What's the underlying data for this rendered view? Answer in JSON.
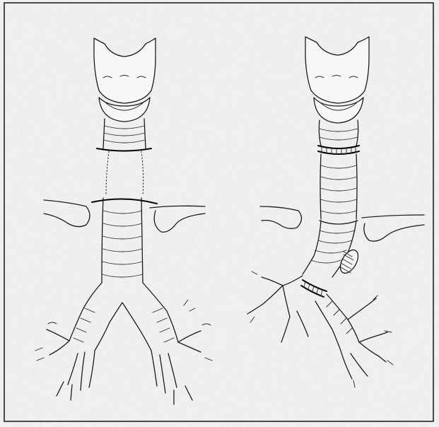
{
  "figure": {
    "panels": [
      {
        "id": "left",
        "depicts": "larynx-trachea-bronchi-with-tracheal-segment-removed"
      },
      {
        "id": "right",
        "depicts": "reconstructed-trachea-with-anastomoses"
      }
    ],
    "colors": {
      "background": "#f3f3f1",
      "ink": "#1b1b1b",
      "frame": "#222222"
    }
  }
}
